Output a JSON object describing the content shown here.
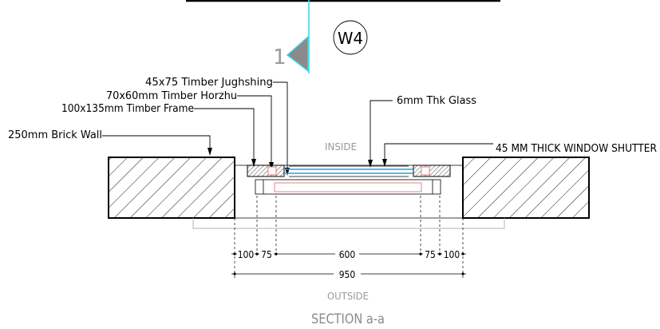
{
  "section_marker": {
    "number": "1",
    "tag": "W4"
  },
  "labels": {
    "timber_jughshing": "45x75 Timber Jughshing",
    "timber_horzhu": "70x60mm Timber Horzhu",
    "timber_frame": "100x135mm Timber Frame",
    "brick_wall": "250mm Brick Wall",
    "glass": "6mm Thk Glass",
    "shutter": "45 MM THICK WINDOW SHUTTER",
    "inside": "INSIDE",
    "outside": "OUTSIDE"
  },
  "dimensions": {
    "row1": [
      "100",
      "75",
      "600",
      "75",
      "100"
    ],
    "row2": "950"
  },
  "title": "SECTION a-a",
  "colors": {
    "cut_line": "#3fd9e6",
    "marker_fill": "#8a8a8a",
    "glass": "#2aa0d8",
    "reveal": "#e07a7a",
    "faint": "#b0b0b0"
  }
}
